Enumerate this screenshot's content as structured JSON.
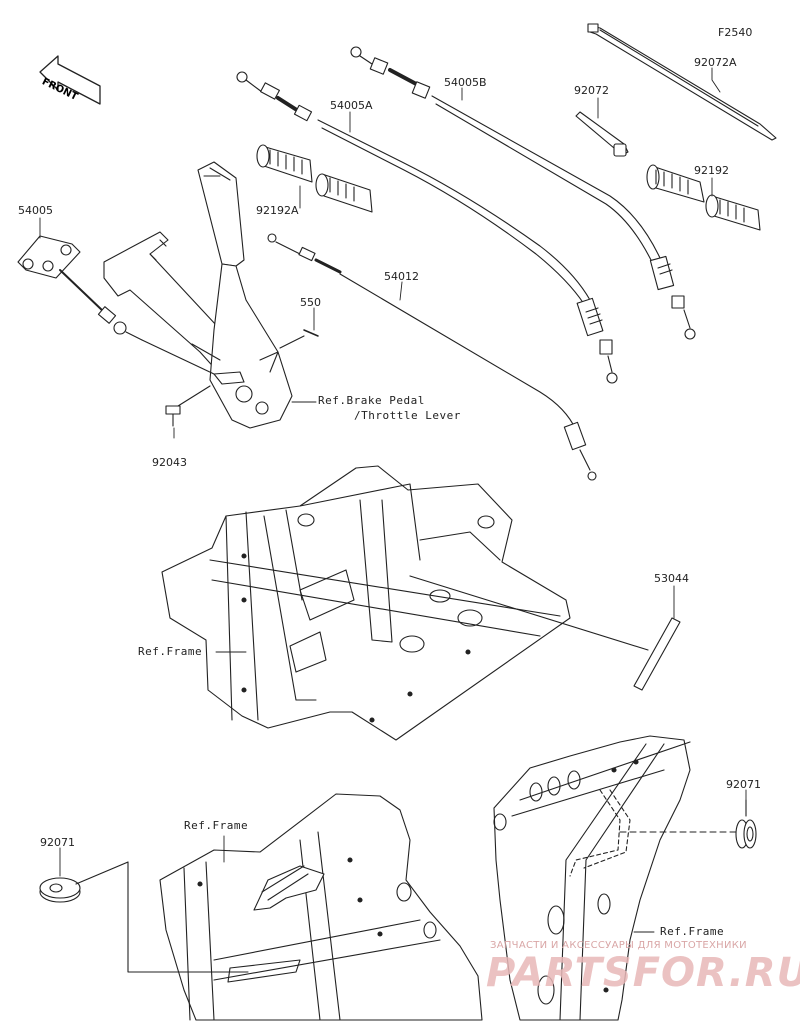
{
  "figure_code": "F2540",
  "front_label": "FRONT",
  "parts": {
    "p54005": "54005",
    "p54005A": "54005A",
    "p54005B": "54005B",
    "p92072": "92072",
    "p92072A": "92072A",
    "p92192": "92192",
    "p92192A": "92192A",
    "p54012": "54012",
    "p550": "550",
    "p92043": "92043",
    "p53044": "53044",
    "p92071_right": "92071",
    "p92071_left": "92071"
  },
  "refs": {
    "brake_pedal_line1": "Ref.Brake Pedal",
    "brake_pedal_line2": "/Throttle Lever",
    "frame_center": "Ref.Frame",
    "frame_bottom_left": "Ref.Frame",
    "frame_bottom_right": "Ref.Frame"
  },
  "watermark": {
    "tagline": "ЗАПЧАСТИ И АКСЕССУАРЫ ДЛЯ МОТОТЕХНИКИ",
    "brand": "PARTSFOR.RU"
  }
}
